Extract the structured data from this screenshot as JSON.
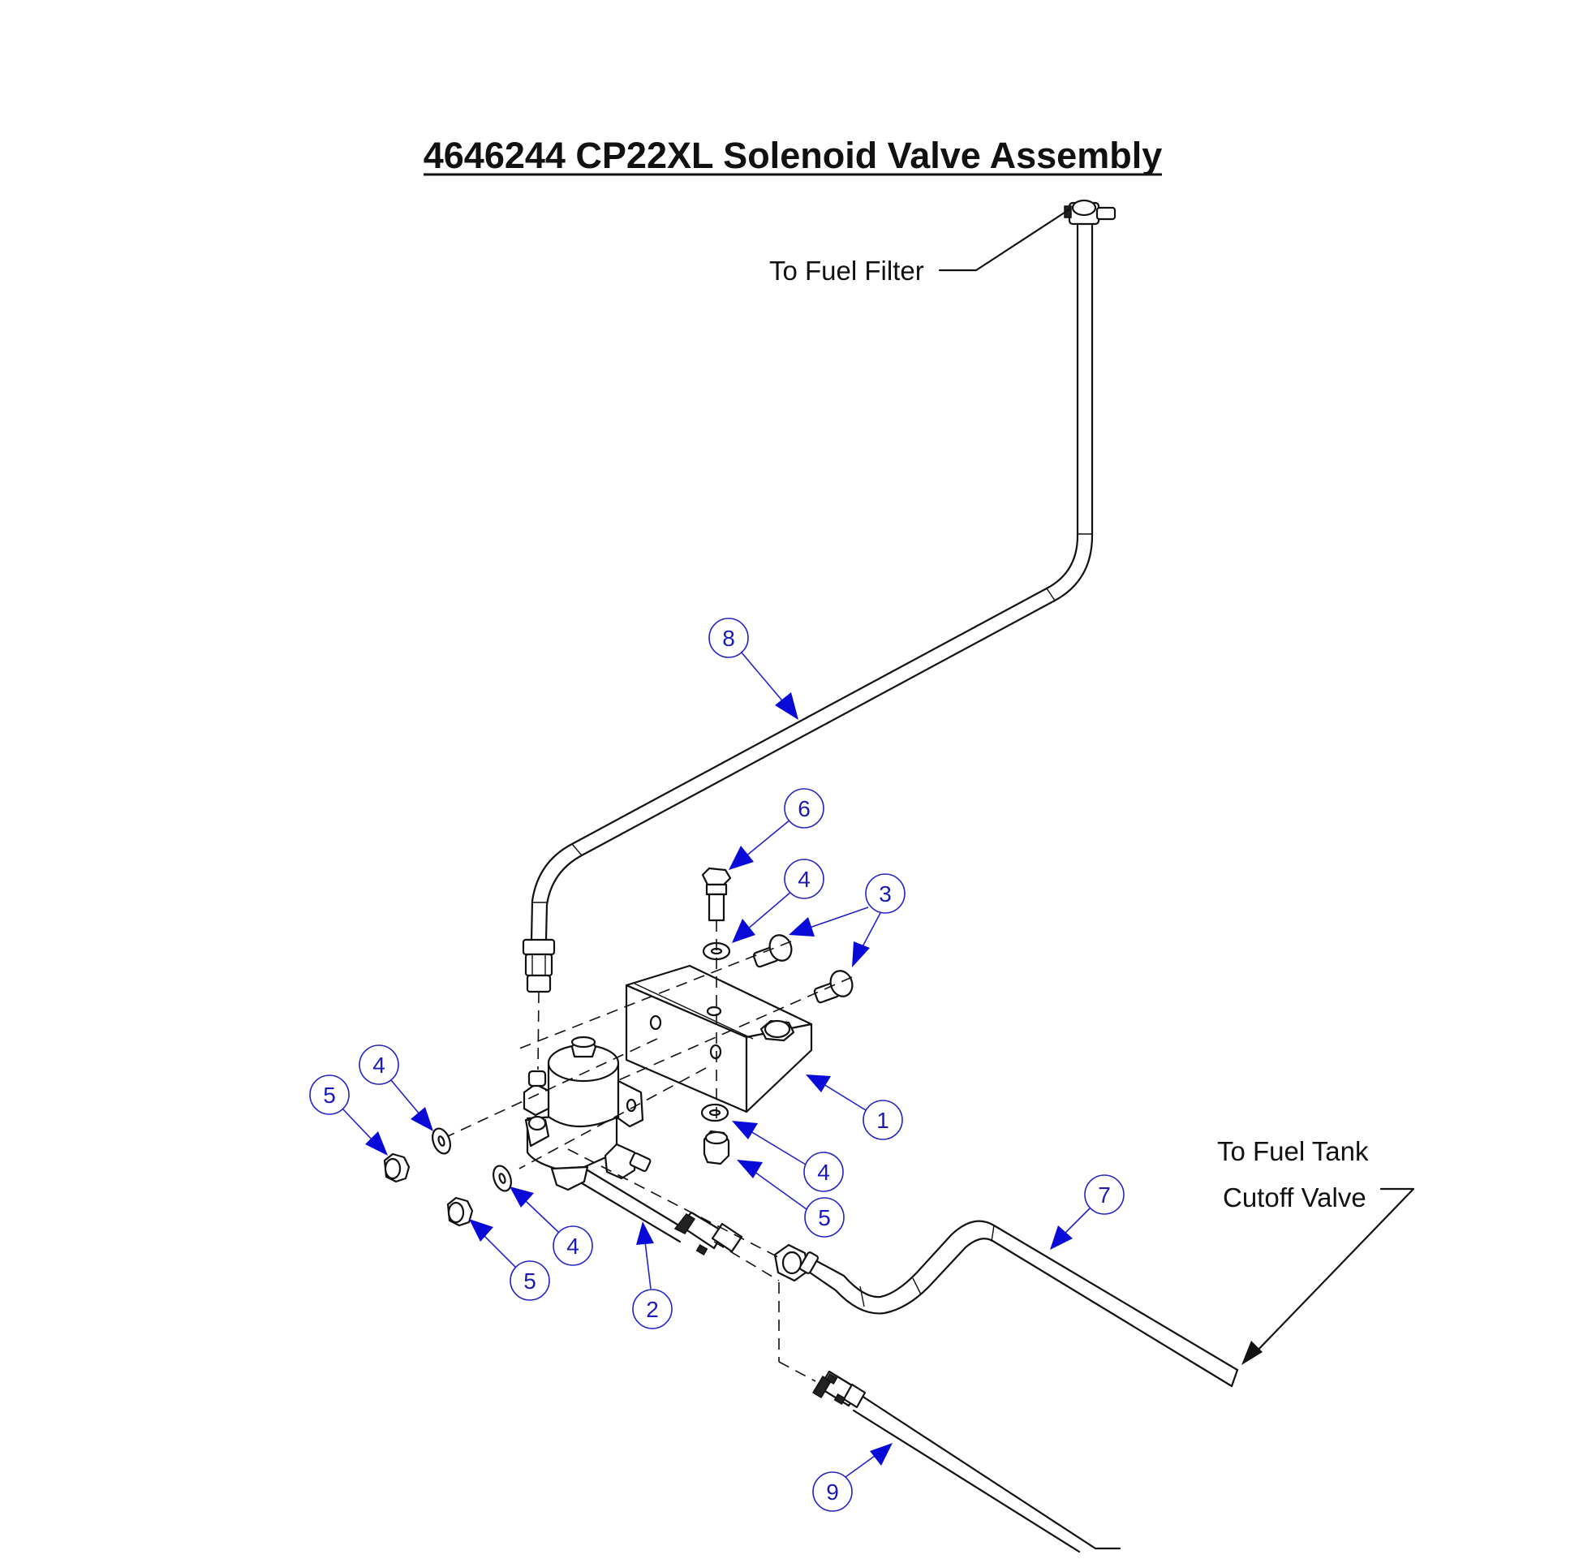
{
  "title": "4646244 CP22XL Solenoid Valve Assembly",
  "notes": {
    "fuel_filter": "To Fuel Filter",
    "fuel_tank_line1": "To Fuel Tank",
    "fuel_tank_line2": "Cutoff Valve"
  },
  "callouts": [
    "8",
    "6",
    "4",
    "3",
    "1",
    "4",
    "5",
    "4",
    "5",
    "4",
    "5",
    "2",
    "7",
    "9"
  ],
  "colors": {
    "callout": "#2323c8",
    "arrowhead": "#0a0ad8",
    "line": "#111111"
  }
}
